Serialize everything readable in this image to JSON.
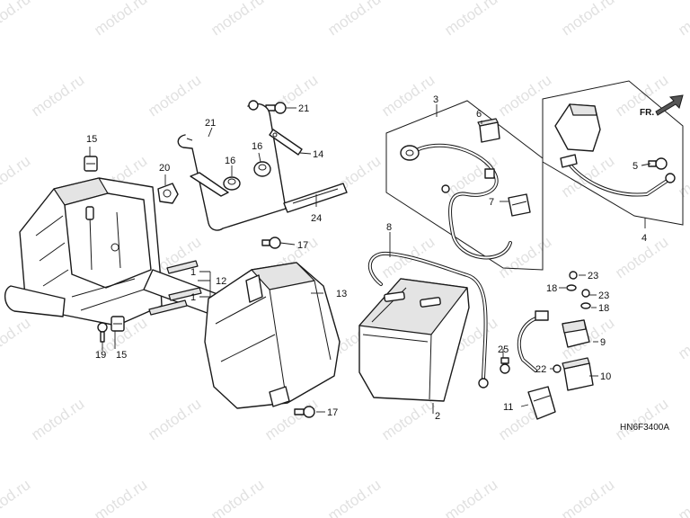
{
  "watermark": "motod.ru",
  "diagram_code": "HN6F3400A",
  "fr_label": "FR.",
  "callouts": {
    "c1a": "1",
    "c1b": "1",
    "c2": "2",
    "c3": "3",
    "c4": "4",
    "c5": "5",
    "c6": "6",
    "c7": "7",
    "c8": "8",
    "c9": "9",
    "c10": "10",
    "c11": "11",
    "c12": "12",
    "c13": "13",
    "c14": "14",
    "c15a": "15",
    "c15b": "15",
    "c16a": "16",
    "c16b": "16",
    "c17a": "17",
    "c17b": "17",
    "c18a": "18",
    "c18b": "18",
    "c19": "19",
    "c20": "20",
    "c21a": "21",
    "c21b": "21",
    "c22": "22",
    "c23a": "23",
    "c23b": "23",
    "c24": "24",
    "c25": "25"
  }
}
